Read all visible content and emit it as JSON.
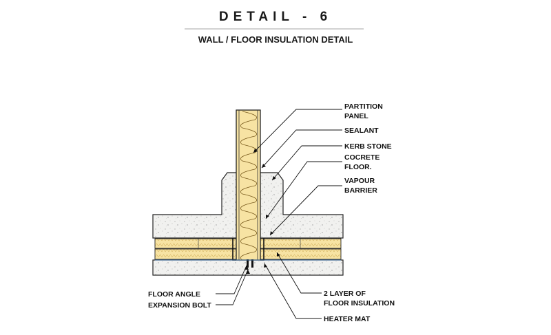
{
  "title": "DETAIL - 6",
  "subtitle": "WALL / FLOOR INSULATION DETAIL",
  "labels": {
    "partition_panel": [
      "PARTITION",
      "PANEL"
    ],
    "sealant": "SEALANT",
    "kerb_stone": "KERB STONE",
    "concrete_floor": [
      "COCRETE",
      "FLOOR."
    ],
    "vapour_barrier": [
      "VAPOUR",
      "BARRIER"
    ],
    "floor_angle": "FLOOR ANGLE",
    "expansion_bolt": "EXPANSION BOLT",
    "floor_insulation": [
      "2 LAYER OF",
      "FLOOR INSULATION"
    ],
    "heater_mat": "HEATER MAT"
  },
  "colors": {
    "insulation": "#f7e3a3",
    "concrete": "#f0f0ee",
    "ink": "#111111"
  }
}
